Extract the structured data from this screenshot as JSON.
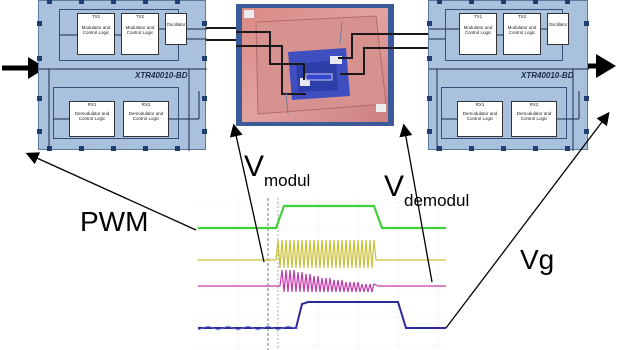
{
  "left_chip": {
    "name": "XTR40010-BD",
    "tx1": "TX1",
    "tx2": "TX2",
    "tx_block": "Modulator and Control Logic",
    "osc": "Oscillator",
    "rx1": "RX1",
    "rx2": "RX2",
    "rx_block": "Demodulator and Control Logic"
  },
  "right_chip": {
    "name": "XTR40010-BD",
    "tx1": "TX1",
    "tx2": "TX2",
    "tx_block": "Modulator and Control Logic",
    "osc": "Oscillator",
    "rx1": "RX1",
    "rx2": "RX2",
    "rx_block": "Demodulator and Control Logic"
  },
  "labels": {
    "v_modul_main": "V",
    "v_modul_sub": "modul",
    "v_demodul_main": "V",
    "v_demodul_sub": "demodul",
    "pwm": "PWM",
    "vg": "Vg"
  },
  "colors": {
    "chip_fill": "#a9c1dc",
    "pin": "#1f3f72",
    "trace_green": "#3fd23a",
    "trace_yellow": "#c8c23a",
    "trace_magenta": "#c23aa8",
    "trace_blue": "#2a2a9a"
  }
}
